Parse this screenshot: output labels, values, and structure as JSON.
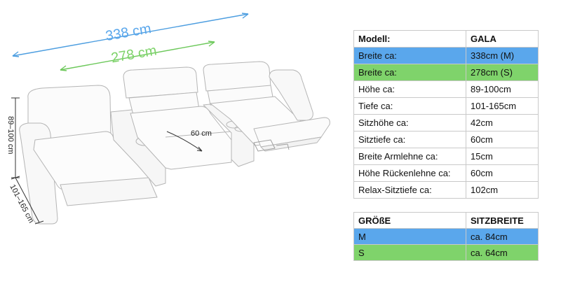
{
  "dimensions": {
    "overall_width": "338 cm",
    "seat_span": "278 cm",
    "seat_depth": "60 cm",
    "height": "89–100 cm",
    "depth": "101–165 cm"
  },
  "colors": {
    "blue": "#5aa7ec",
    "green": "#7fd36b",
    "blue_arrow": "#4d9ee0",
    "green_arrow": "#6cc85a"
  },
  "spec_table": {
    "header": [
      "Modell:",
      "GALA"
    ],
    "rows": [
      {
        "label": "Breite ca:",
        "value": "338cm (M)",
        "highlight": "blue"
      },
      {
        "label": "Breite ca:",
        "value": "278cm (S)",
        "highlight": "green"
      },
      {
        "label": "Höhe ca:",
        "value": "89-100cm"
      },
      {
        "label": "Tiefe ca:",
        "value": "101-165cm"
      },
      {
        "label": "Sitzhöhe ca:",
        "value": "42cm"
      },
      {
        "label": "Sitztiefe ca:",
        "value": "60cm"
      },
      {
        "label": "Breite Armlehne ca:",
        "value": "15cm"
      },
      {
        "label": "Höhe Rückenlehne ca:",
        "value": "60cm"
      },
      {
        "label": "Relax-Sitztiefe ca:",
        "value": "102cm"
      }
    ]
  },
  "size_table": {
    "header": [
      "GRÖßE",
      "SITZBREITE"
    ],
    "rows": [
      {
        "label": "M",
        "value": "ca. 84cm",
        "highlight": "blue"
      },
      {
        "label": "S",
        "value": "ca. 64cm",
        "highlight": "green"
      }
    ]
  }
}
